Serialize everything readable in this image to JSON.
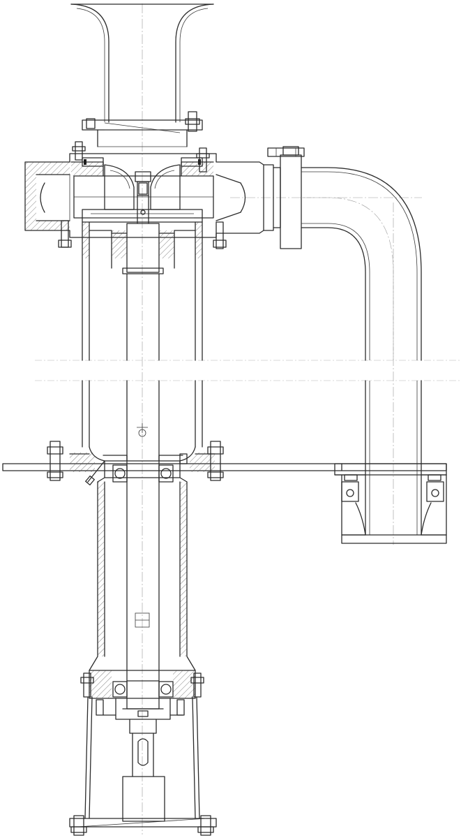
{
  "drawing": {
    "colors": {
      "line": "#2b2b2b",
      "centerline": "#9a9a9a",
      "background": "#ffffff"
    },
    "components": [
      "suction-bell",
      "volute-casing",
      "impeller",
      "shaft",
      "discharge-elbow",
      "support-column",
      "mounting-plate",
      "bearing-housing",
      "coupling",
      "motor-stand"
    ]
  }
}
